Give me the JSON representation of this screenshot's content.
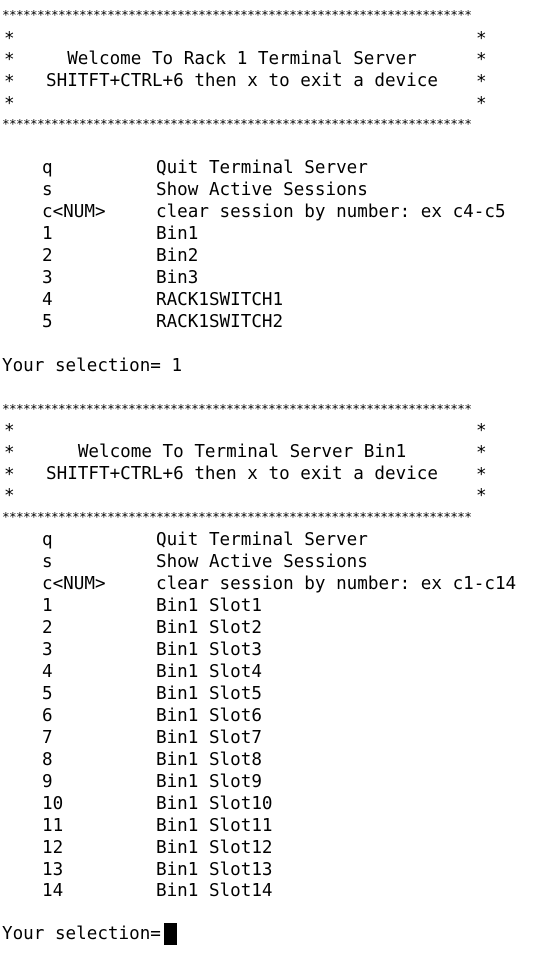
{
  "terminal": {
    "border_line": "*******************************************************************",
    "star": "*",
    "block1": {
      "welcome": "Welcome To Rack 1 Terminal Server",
      "exit_hint": "SHITFT+CTRL+6 then x to exit a device",
      "menu": [
        {
          "key": "q",
          "desc": "Quit Terminal Server"
        },
        {
          "key": "s",
          "desc": "Show Active Sessions"
        },
        {
          "key": "c<NUM>",
          "desc": "clear session by number: ex c4-c5"
        },
        {
          "key": "1",
          "desc": "Bin1"
        },
        {
          "key": "2",
          "desc": "Bin2"
        },
        {
          "key": "3",
          "desc": "Bin3"
        },
        {
          "key": "4",
          "desc": "RACK1SWITCH1"
        },
        {
          "key": "5",
          "desc": "RACK1SWITCH2"
        }
      ],
      "prompt": "Your selection= 1"
    },
    "block2": {
      "welcome": "Welcome To Terminal Server Bin1",
      "exit_hint": "SHITFT+CTRL+6 then x to exit a device",
      "menu": [
        {
          "key": "q",
          "desc": "Quit Terminal Server"
        },
        {
          "key": "s",
          "desc": "Show Active Sessions"
        },
        {
          "key": "c<NUM>",
          "desc": "clear session by number: ex c1-c14"
        },
        {
          "key": "1",
          "desc": "Bin1 Slot1"
        },
        {
          "key": "2",
          "desc": "Bin1 Slot2"
        },
        {
          "key": "3",
          "desc": "Bin1 Slot3"
        },
        {
          "key": "4",
          "desc": "Bin1 Slot4"
        },
        {
          "key": "5",
          "desc": "Bin1 Slot5"
        },
        {
          "key": "6",
          "desc": "Bin1 Slot6"
        },
        {
          "key": "7",
          "desc": "Bin1 Slot7"
        },
        {
          "key": "8",
          "desc": "Bin1 Slot8"
        },
        {
          "key": "9",
          "desc": "Bin1 Slot9"
        },
        {
          "key": "10",
          "desc": "Bin1 Slot10"
        },
        {
          "key": "11",
          "desc": "Bin1 Slot11"
        },
        {
          "key": "12",
          "desc": "Bin1 Slot12"
        },
        {
          "key": "13",
          "desc": "Bin1 Slot13"
        },
        {
          "key": "14",
          "desc": "Bin1 Slot14"
        }
      ],
      "prompt": "Your selection= "
    }
  }
}
